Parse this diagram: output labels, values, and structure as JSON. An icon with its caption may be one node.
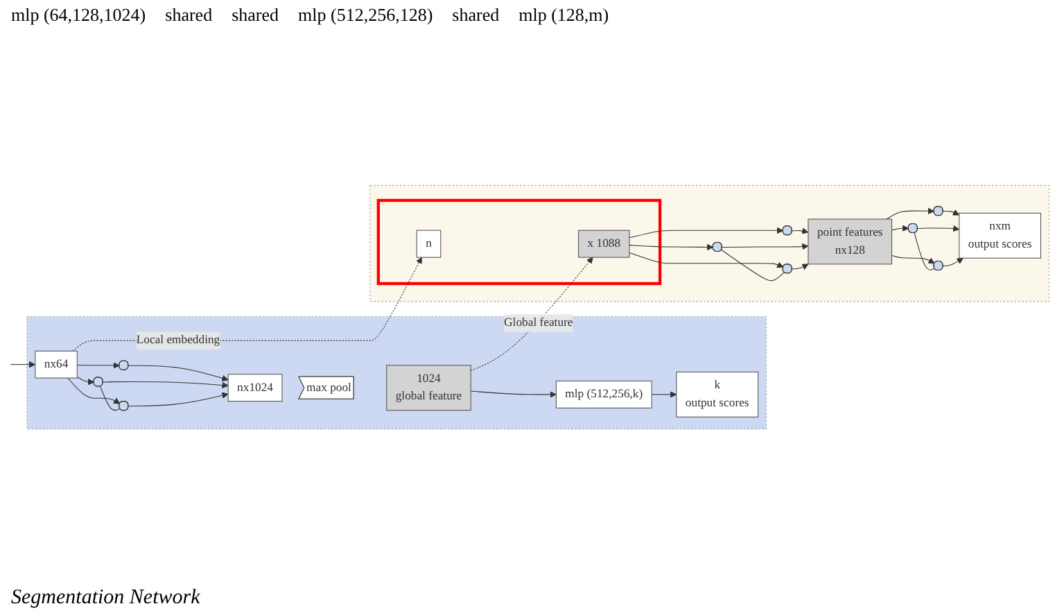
{
  "diagram": {
    "caption": "Segmentation Network",
    "nodes": [
      {
        "text": [],
        "shape": "box"
      },
      {
        "text": [
          "nx64"
        ],
        "in": 0
      },
      {
        "text": [],
        "shape": "box",
        "in": 0
      },
      {
        "text": [],
        "shape": "box",
        "in": 0
      },
      {
        "text": [],
        "shape": "box",
        "in": 0
      },
      {
        "text": [
          "nx1024"
        ],
        "in": 0
      },
      {
        "text": [
          "max pool"
        ],
        "in": 0
      },
      {
        "text": [
          "1024",
          "global feature"
        ],
        "in": 0
      },
      {
        "text": [
          "mlp (512,256,k)"
        ],
        "in": 0
      },
      {
        "text": [
          "k",
          "output scores"
        ],
        "in": 0
      },
      {
        "text": [],
        "shape": "box"
      },
      {
        "text": [],
        "shape": "box",
        "in": 10
      },
      {
        "text": [
          "n"
        ],
        "in": 11
      },
      {
        "text": [
          "x 1088"
        ],
        "in": 11
      },
      {
        "text": [],
        "shape": "box",
        "in": 10
      },
      {
        "text": [],
        "shape": "box",
        "in": 10
      },
      {
        "text": [],
        "shape": "box",
        "in": 10
      },
      {
        "text": [
          "point features",
          "nx128"
        ],
        "in": 10
      },
      {
        "text": [],
        "shape": "box",
        "in": 10
      },
      {
        "text": [],
        "shape": "box",
        "in": 10
      },
      {
        "text": [],
        "shape": "box",
        "in": 10
      },
      {
        "text": [
          "nxm",
          "output scores"
        ],
        "in": 10
      }
    ],
    "edges": [
      {
        "from": null,
        "to": 1,
        "arrow": "to"
      },
      {
        "from": 1,
        "to": 2,
        "arrow": "to"
      },
      {
        "from": 1,
        "to": 3,
        "arrow": "to"
      },
      {
        "from": 1,
        "to": 4,
        "arrow": "to"
      },
      {
        "from": 3,
        "to": 4,
        "arrow": "none"
      },
      {
        "from": 2,
        "to": 5,
        "arrow": "to"
      },
      {
        "from": 3,
        "to": 5,
        "arrow": "to"
      },
      {
        "from": 4,
        "to": 5,
        "arrow": "to"
      },
      {
        "from": 7,
        "to": 8,
        "arrow": "to"
      },
      {
        "from": 8,
        "to": 9,
        "arrow": "to"
      },
      {
        "from": 1,
        "to": 12,
        "arrow": "to",
        "style": "dashed",
        "label": "Local embedding"
      },
      {
        "from": 7,
        "to": 13,
        "arrow": "to",
        "style": "dashed",
        "label": "Global feature"
      },
      {
        "from": 13,
        "to": 14,
        "arrow": "to"
      },
      {
        "from": 13,
        "to": 15,
        "arrow": "to"
      },
      {
        "from": 13,
        "to": 16,
        "arrow": "to"
      },
      {
        "from": 15,
        "to": 16,
        "arrow": "none"
      },
      {
        "from": 14,
        "to": 17,
        "arrow": "to"
      },
      {
        "from": 15,
        "to": 17,
        "arrow": "to"
      },
      {
        "from": 16,
        "to": 17,
        "arrow": "to"
      },
      {
        "from": 17,
        "to": 18,
        "arrow": "to"
      },
      {
        "from": 17,
        "to": 19,
        "arrow": "to"
      },
      {
        "from": 17,
        "to": 20,
        "arrow": "to"
      },
      {
        "from": 19,
        "to": 20,
        "arrow": "none"
      },
      {
        "from": 18,
        "to": 21,
        "arrow": "to"
      },
      {
        "from": 19,
        "to": 21,
        "arrow": "to"
      },
      {
        "from": 20,
        "to": 21,
        "arrow": "to"
      }
    ],
    "labels": [
      "mlp (64,128,1024)",
      "shared",
      "shared",
      "mlp (512,256,128)",
      "shared",
      "mlp (128,m)"
    ]
  }
}
